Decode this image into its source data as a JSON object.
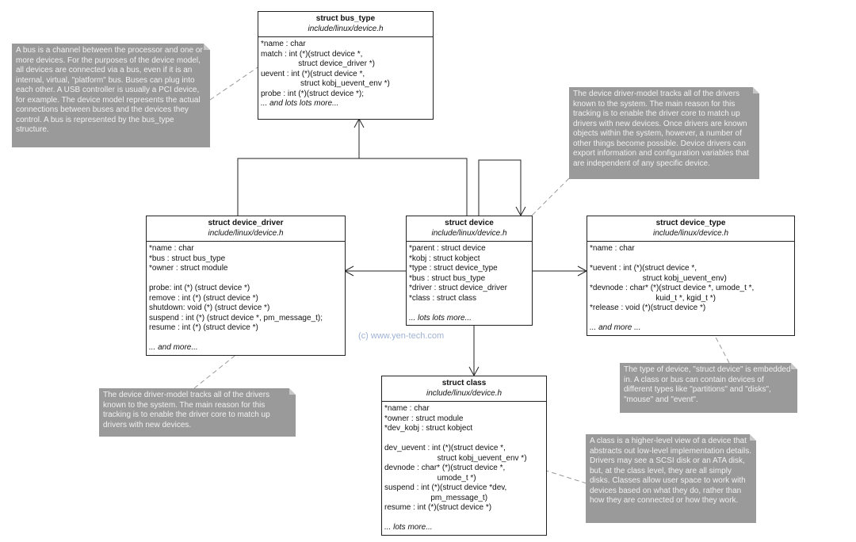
{
  "watermark": "(c) www.yen-tech.com",
  "structs": {
    "bus_type": {
      "name": "struct bus_type",
      "file": "include/linux/device.h",
      "members": [
        "*name : char",
        "match : int (*)(struct device *,",
        "                 struct device_driver *)",
        "uevent : int (*)(struct device *,",
        "                  struct kobj_uevent_env *)",
        "probe : int (*)(struct device *);"
      ],
      "more": "... and lots lots more..."
    },
    "device_driver": {
      "name": "struct device_driver",
      "file": "include/linux/device.h",
      "members": [
        "*name : char",
        "*bus : struct bus_type",
        "*owner : struct module",
        "",
        "probe: int (*) (struct device *)",
        "remove : int (*) (struct device *)",
        "shutdown: void (*) (struct device *)",
        "suspend : int (*) (struct device *, pm_message_t);",
        "resume : int (*) (struct device *)",
        ""
      ],
      "more": "... and more..."
    },
    "device": {
      "name": "struct device",
      "file": "include/linux/device.h",
      "members": [
        "*parent : struct device",
        "*kobj : struct kobject",
        "*type : struct device_type",
        "*bus : struct bus_type",
        "*driver : struct device_driver",
        "*class : struct class",
        ""
      ],
      "more": "... lots lots more..."
    },
    "device_type": {
      "name": "struct device_type",
      "file": "include/linux/device.h",
      "members": [
        "*name : char",
        "",
        "*uevent : int (*)(struct device *,",
        "                        struct kobj_uevent_env)",
        "*devnode : char* (*)(struct device *, umode_t *,",
        "                              kuid_t *, kgid_t *)",
        "*release : void (*)(struct device *)",
        ""
      ],
      "more": "... and more ..."
    },
    "class": {
      "name": "struct class",
      "file": "include/linux/device.h",
      "members": [
        "*name : char",
        "*owner : struct module",
        "*dev_kobj : struct kobject",
        "",
        "dev_uevent : int (*)(struct device *,",
        "                        struct kobj_uevent_env *)",
        "devnode : char* (*)(struct device *,",
        "                        umode_t *)",
        "suspend : int (*)(struct device *dev,",
        "                     pm_message_t)",
        "resume : int (*)(struct device *)",
        ""
      ],
      "more": "... lots more..."
    }
  },
  "notes": {
    "bus": "A bus is a channel between the processor and one or more devices. For the purposes of the device model, all devices are connected via a bus, even if it is an internal, virtual, \"platform\" bus. Buses can plug into each other. A USB controller is usually a PCI device, for example. The device model represents the actual connections between buses and the devices they control. A bus is represented by the bus_type structure.",
    "driver_model_long": "The device driver-model tracks all of the drivers known to the system. The main reason for this tracking is to enable the driver core to match up drivers with new devices. Once drivers are known objects within the system, however, a number of other things become possible. Device drivers can export information and configuration variables that are independent of any specific device.",
    "driver_model_short": "The device driver-model tracks all of the drivers known to the system. The main reason for this tracking is to enable the driver core to match up drivers with new devices.",
    "device_type": "The type of device, \"struct device\" is embedded in. A class or bus can contain devices of different types like \"partitions\" and \"disks\", \"mouse\" and \"event\".",
    "class": "A class is a higher-level view of a device that abstracts out low-level implementation details. Drivers may see a SCSI disk or an ATA disk, but, at the class level, they are all simply disks. Classes allow user space to work with devices based on what they do, rather than how they are connected or how they work."
  },
  "colors": {
    "note_bg": "#9a9a9a",
    "note_text": "#f2f2f2",
    "line": "#222222",
    "dashed": "#999999"
  }
}
